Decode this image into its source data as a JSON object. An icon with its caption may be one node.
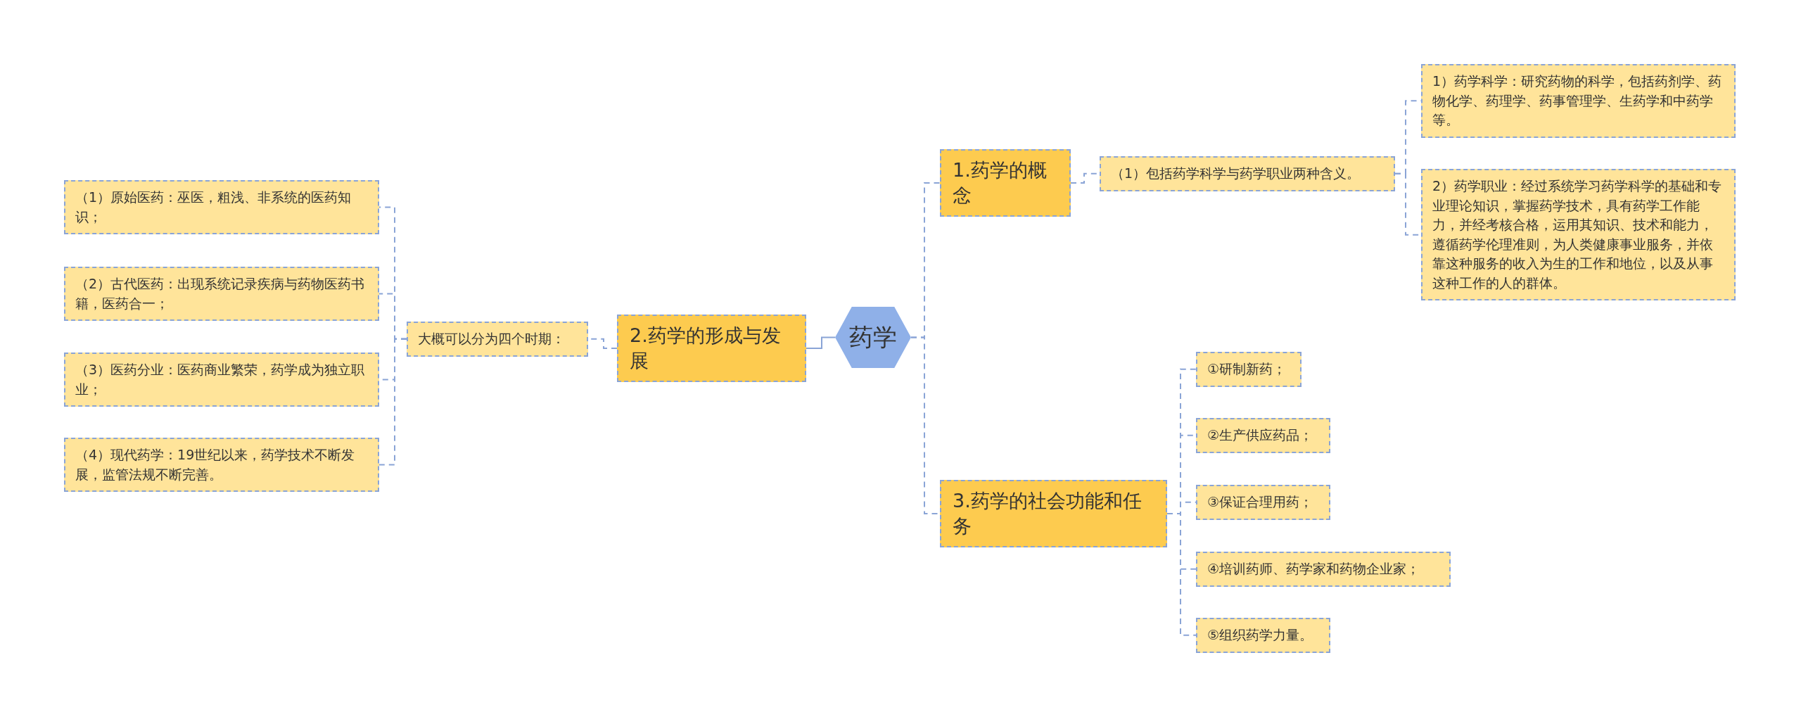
{
  "diagram": {
    "nodes": [
      {
        "text": [
          "药学"
        ]
      },
      {
        "text": [
          "1.药学的概念"
        ]
      },
      {
        "text": [
          "（1）包括药学科学与药学职业两种含义。"
        ]
      },
      {
        "text": [
          "1）药学科学：研究药物的科学，包括药剂学、药物化学、药理学、药事管理学、生药学和中药学等。"
        ]
      },
      {
        "text": [
          "2）药学职业：经过系统学习药学科学的基础和专业理论知识，掌握药学技术，具有药学工作能力，并经考核合格，运用其知识、技术和能力，遵循药学伦理准则，为人类健康事业服务，并依靠这种服务的收入为生的工作和地位，以及从事这种工作的人的群体。"
        ]
      },
      {
        "text": [
          "2.药学的形成与发展"
        ]
      },
      {
        "text": [
          "大概可以分为四个时期："
        ]
      },
      {
        "text": [
          "（1）原始医药：巫医，粗浅、非系统的医药知识；"
        ]
      },
      {
        "text": [
          "（2）古代医药：出现系统记录疾病与药物医药书籍，医药合一；"
        ]
      },
      {
        "text": [
          "（3）医药分业：医药商业繁荣，药学成为独立职业；"
        ]
      },
      {
        "text": [
          "（4）现代药学：19世纪以来，药学技术不断发展，监管法规不断完善。"
        ]
      },
      {
        "text": [
          "3.药学的社会功能和任务"
        ]
      },
      {
        "text": [
          "①研制新药；"
        ]
      },
      {
        "text": [
          "②生产供应药品；"
        ]
      },
      {
        "text": [
          "③保证合理用药；"
        ]
      },
      {
        "text": [
          "④培训药师、药学家和药物企业家；"
        ]
      },
      {
        "text": [
          "⑤组织药学力量。"
        ]
      }
    ],
    "edges": [
      {
        "from": 0,
        "to": 1,
        "arrow": "none",
        "style": "dashed"
      },
      {
        "from": 1,
        "to": 2,
        "arrow": "none",
        "style": "dashed"
      },
      {
        "from": 2,
        "to": 3,
        "arrow": "none",
        "style": "dashed"
      },
      {
        "from": 2,
        "to": 4,
        "arrow": "none",
        "style": "dashed"
      },
      {
        "from": 0,
        "to": 5,
        "arrow": "none"
      },
      {
        "from": 5,
        "to": 6,
        "arrow": "none",
        "style": "dashed"
      },
      {
        "from": 6,
        "to": 7,
        "arrow": "none",
        "style": "dashed"
      },
      {
        "from": 6,
        "to": 8,
        "arrow": "none",
        "style": "dashed"
      },
      {
        "from": 6,
        "to": 9,
        "arrow": "none",
        "style": "dashed"
      },
      {
        "from": 6,
        "to": 10,
        "arrow": "none",
        "style": "dashed"
      },
      {
        "from": 0,
        "to": 11,
        "arrow": "none",
        "style": "dashed"
      },
      {
        "from": 11,
        "to": 12,
        "arrow": "none",
        "style": "dashed"
      },
      {
        "from": 11,
        "to": 13,
        "arrow": "none",
        "style": "dashed"
      },
      {
        "from": 11,
        "to": 14,
        "arrow": "none",
        "style": "dashed"
      },
      {
        "from": 11,
        "to": 15,
        "arrow": "none",
        "style": "dashed"
      },
      {
        "from": 11,
        "to": 16,
        "arrow": "none",
        "style": "dashed"
      }
    ]
  }
}
